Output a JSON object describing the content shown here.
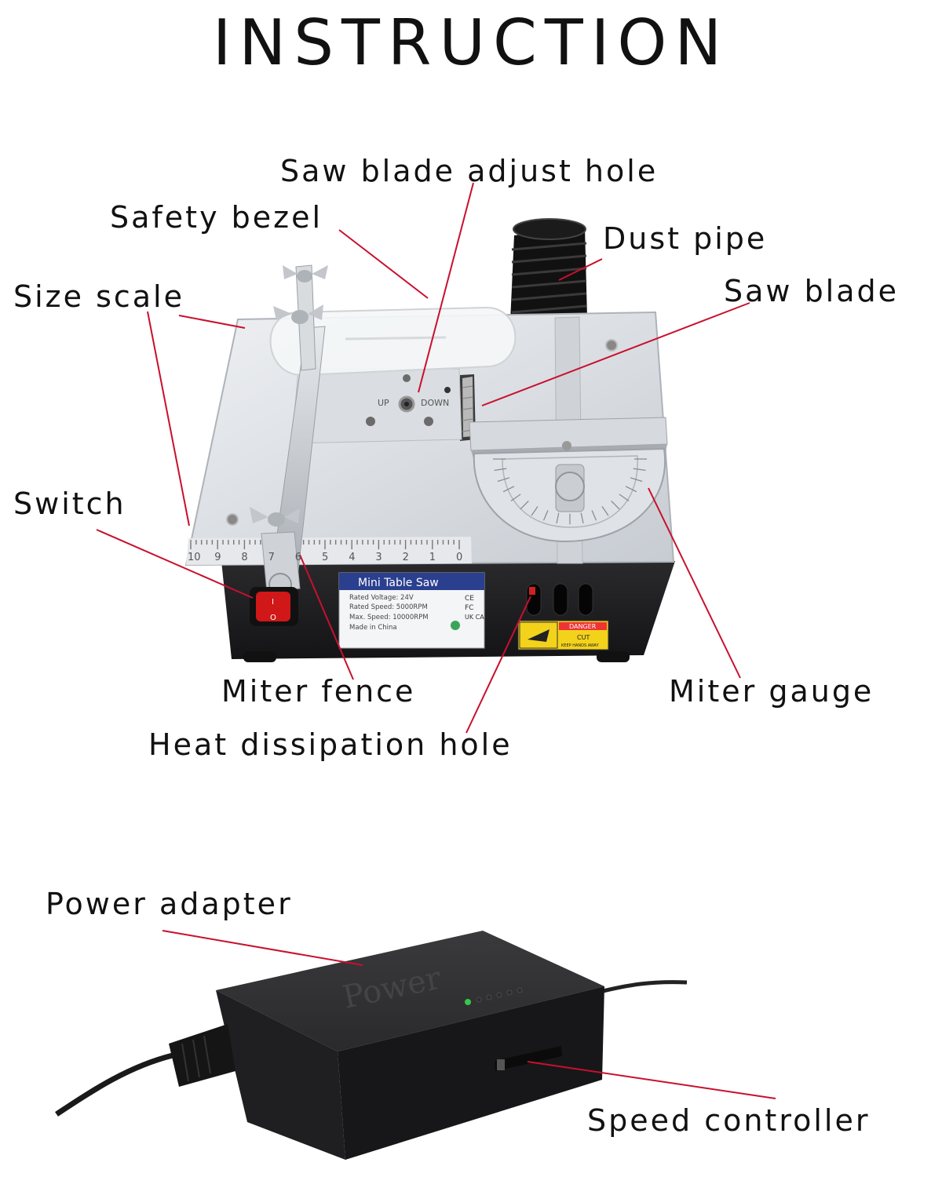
{
  "title": "INSTRUCTION",
  "labels": {
    "saw_blade_adjust_hole": "Saw blade adjust hole",
    "safety_bezel": "Safety bezel",
    "dust_pipe": "Dust pipe",
    "size_scale": "Size scale",
    "saw_blade": "Saw blade",
    "switch": "Switch",
    "miter_fence": "Miter fence",
    "miter_gauge": "Miter gauge",
    "heat_dissipation_hole": "Heat dissipation hole",
    "power_adapter": "Power adapter",
    "speed_controller": "Speed controller"
  },
  "product_label": {
    "name": "Mini Table Saw",
    "rated_voltage": "Rated Voltage: 24V",
    "rated_speed": "Rated Speed: 5000RPM",
    "max_speed": "Max. Speed: 10000RPM",
    "made_in": "Made in China",
    "marks": [
      "CE",
      "FC",
      "UK CA"
    ]
  },
  "warning_sticker": {
    "danger": "DANGER",
    "cut": "CUT",
    "note": "KEEP HANDS AWAY"
  },
  "table_marks": {
    "up": "UP",
    "down": "DOWN",
    "scale_numbers": [
      "10",
      "9",
      "8",
      "7",
      "6",
      "5",
      "4",
      "3",
      "2",
      "1",
      "0"
    ]
  },
  "switch_symbols": {
    "on": "I",
    "off": "O"
  },
  "adapter_embossed": "Power",
  "colors": {
    "leader_line": "#c8102e",
    "table_silver": "#d9dde2",
    "body_black": "#1c1c1e",
    "label_blue": "#2b3f8f",
    "switch_red": "#d01818",
    "sticker_yellow": "#f3d21b",
    "led_green": "#34c94a"
  }
}
